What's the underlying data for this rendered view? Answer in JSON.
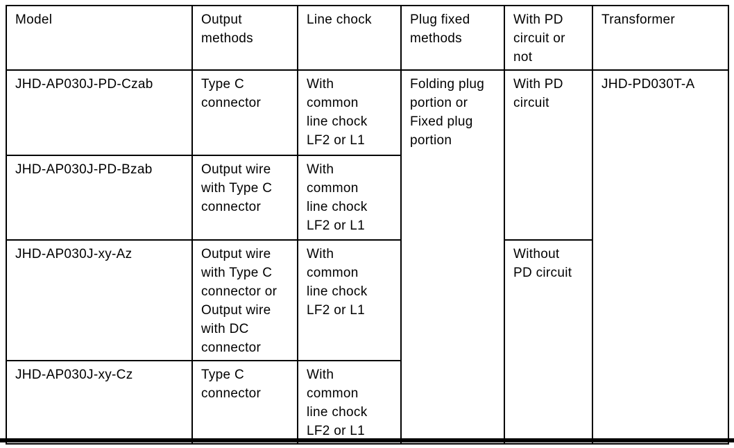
{
  "table": {
    "headers": [
      "Model",
      "Output\nmethods",
      "Line chock",
      "Plug fixed\nmethods",
      "With PD\ncircuit or\nnot",
      "Transformer"
    ],
    "rows": [
      {
        "model": "JHD-AP030J-PD-Czab",
        "output_method": "Type C\nconnector",
        "line_chock": "With\ncommon\nline chock\nLF2 or L1"
      },
      {
        "model": "JHD-AP030J-PD-Bzab",
        "output_method": "Output wire\nwith Type C\nconnector",
        "line_chock": "With\ncommon\nline chock\nLF2 or L1"
      },
      {
        "model": "JHD-AP030J-xy-Az",
        "output_method": "Output wire\nwith Type C\nconnector or\nOutput wire\nwith DC\nconnector",
        "line_chock": "With\ncommon\nline chock\nLF2 or L1"
      },
      {
        "model": "JHD-AP030J-xy-Cz",
        "output_method": "Type C\nconnector",
        "line_chock": "With\ncommon\nline chock\nLF2 or L1"
      }
    ],
    "spans": {
      "plug_fixed": "Folding plug\nportion or\nFixed plug\nportion",
      "with_pd": "With PD\ncircuit",
      "without_pd": "Without\nPD circuit",
      "transformer": "JHD-PD030T-A"
    }
  },
  "colors": {
    "border": "#000000",
    "text": "#000000",
    "background": "#ffffff",
    "page_rule": "#000000"
  }
}
